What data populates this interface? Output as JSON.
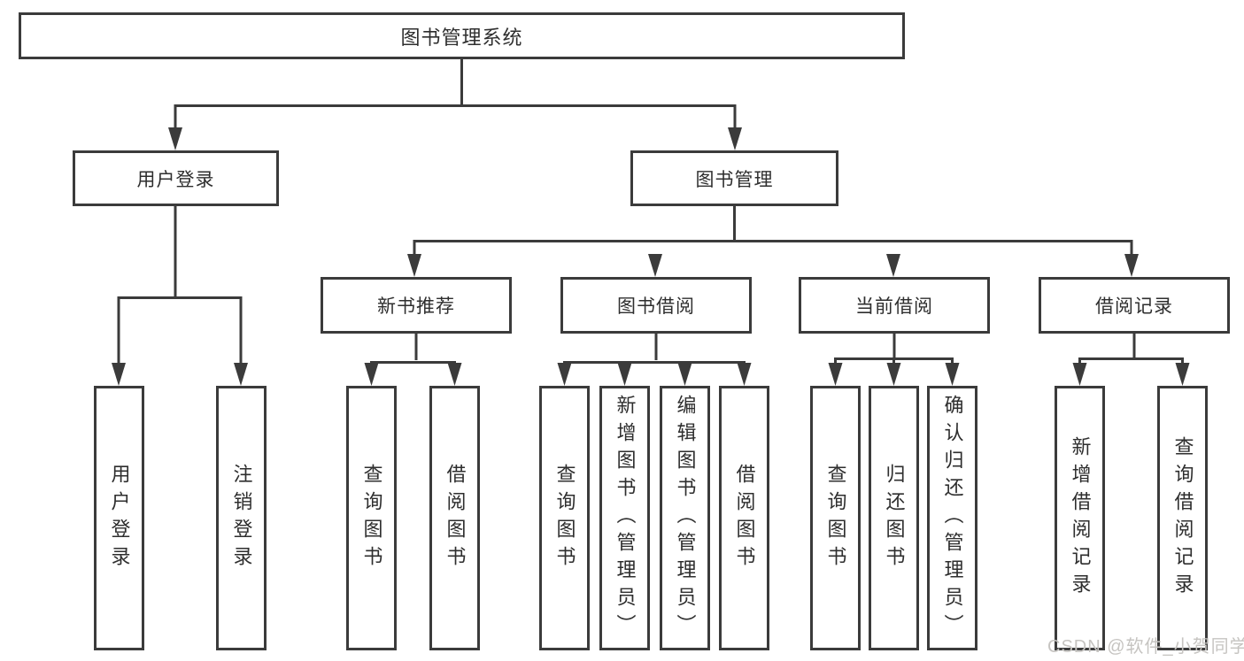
{
  "diagram": {
    "title": "图书管理系统",
    "nodes": {
      "root": "图书管理系统",
      "user_login": "用户登录",
      "book_mgmt": "图书管理",
      "new_book": "新书推荐",
      "book_borrow": "图书借阅",
      "current_borrow": "当前借阅",
      "borrow_records": "借阅记录",
      "leaf_user_login": "用户登录",
      "leaf_logout": "注销登录",
      "leaf_nb_query": "查询图书",
      "leaf_nb_borrow": "借阅图书",
      "leaf_bb_query": "查询图书",
      "leaf_bb_add": "新增图书（管理员）",
      "leaf_bb_edit": "编辑图书（管理员）",
      "leaf_bb_borrow": "借阅图书",
      "leaf_cb_query": "查询图书",
      "leaf_cb_return": "归还图书",
      "leaf_cb_confirm": "确认归还（管理员）",
      "leaf_br_add": "新增借阅记录",
      "leaf_br_query": "查询借阅记录"
    },
    "watermark": "CSDN @软件_小贺同学"
  },
  "colors": {
    "line": "#3b3b3b",
    "text": "#2e2e2e",
    "watermark": "#c6c4c1",
    "background": "#ffffff"
  }
}
